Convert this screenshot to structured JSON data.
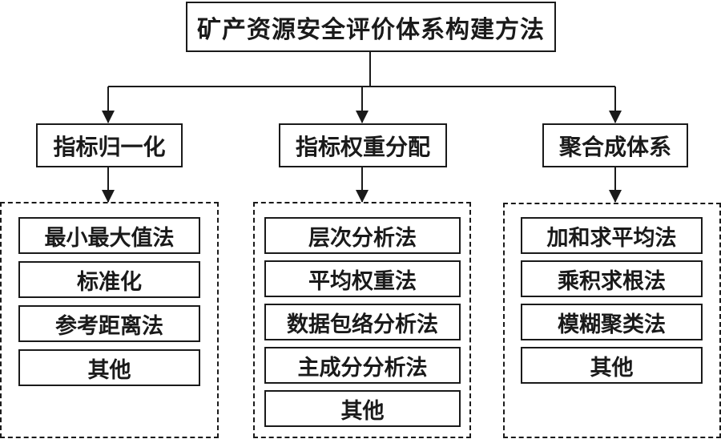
{
  "title": "矿产资源安全评价体系构建方法",
  "categories": [
    {
      "label": "指标归一化",
      "methods": [
        "最小最大值法",
        "标准化",
        "参考距离法",
        "其他"
      ]
    },
    {
      "label": "指标权重分配",
      "methods": [
        "层次分析法",
        "平均权重法",
        "数据包络分析法",
        "主成分分析法",
        "其他"
      ]
    },
    {
      "label": "聚合成体系",
      "methods": [
        "加和求平均法",
        "乘积求根法",
        "模糊聚类法",
        "其他"
      ]
    }
  ]
}
